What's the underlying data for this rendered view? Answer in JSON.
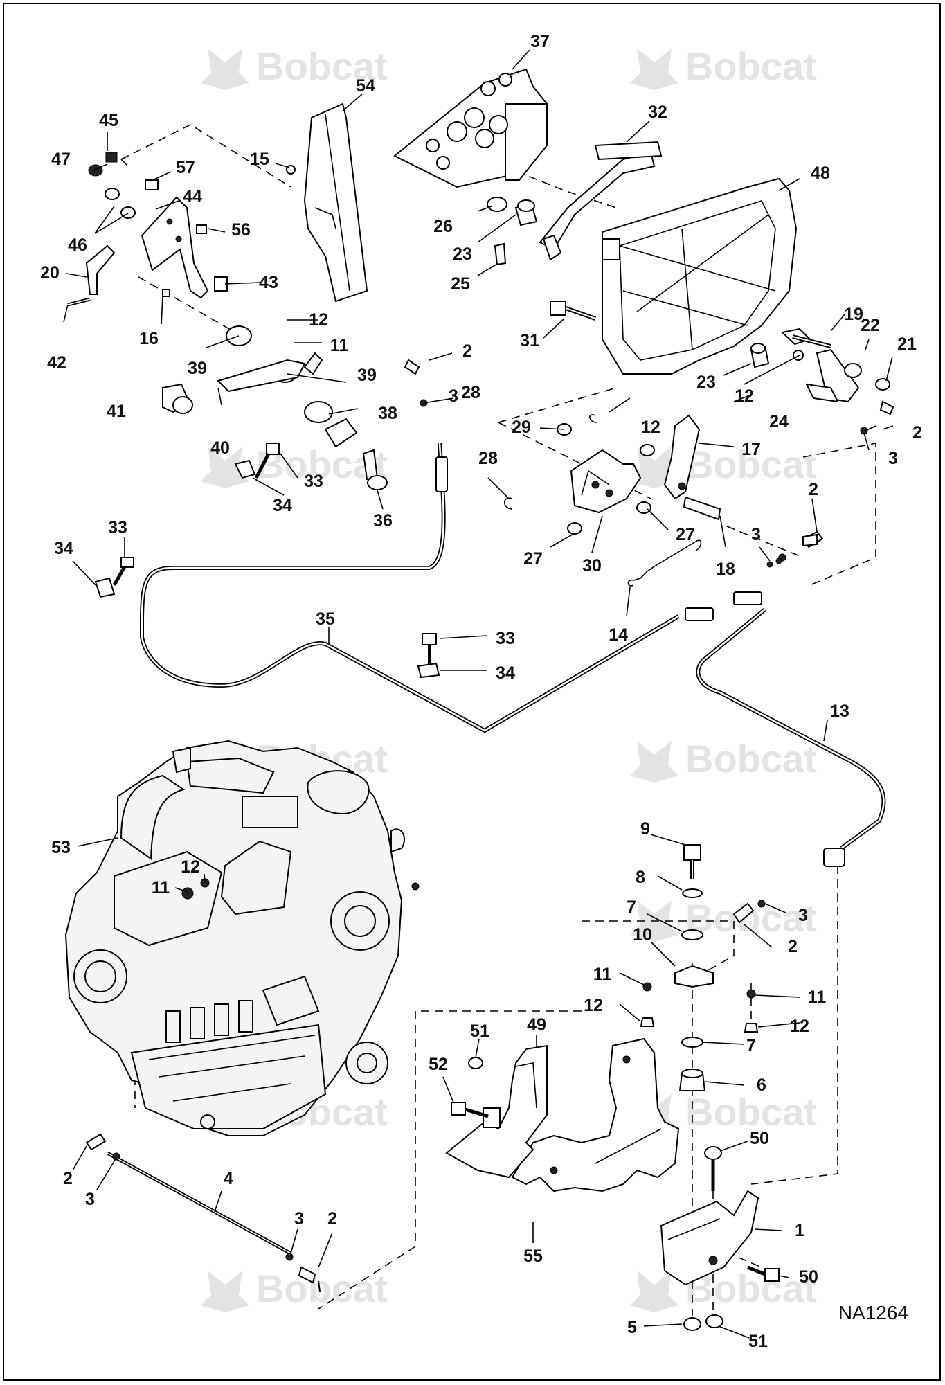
{
  "figure_id": "NA1264",
  "watermark": {
    "text": "Bobcat",
    "color": "#e3e3e3"
  },
  "callouts": [
    {
      "label": "37"
    },
    {
      "label": "54"
    },
    {
      "label": "32"
    },
    {
      "label": "45"
    },
    {
      "label": "47"
    },
    {
      "label": "57"
    },
    {
      "label": "15"
    },
    {
      "label": "48"
    },
    {
      "label": "44"
    },
    {
      "label": "26"
    },
    {
      "label": "56"
    },
    {
      "label": "46"
    },
    {
      "label": "23"
    },
    {
      "label": "20"
    },
    {
      "label": "25"
    },
    {
      "label": "43"
    },
    {
      "label": "42"
    },
    {
      "label": "16"
    },
    {
      "label": "31"
    },
    {
      "label": "19"
    },
    {
      "label": "22"
    },
    {
      "label": "21"
    },
    {
      "label": "12"
    },
    {
      "label": "11"
    },
    {
      "label": "39"
    },
    {
      "label": "2"
    },
    {
      "label": "23"
    },
    {
      "label": "12"
    },
    {
      "label": "28"
    },
    {
      "label": "3"
    },
    {
      "label": "39"
    },
    {
      "label": "41"
    },
    {
      "label": "24"
    },
    {
      "label": "2"
    },
    {
      "label": "29"
    },
    {
      "label": "12"
    },
    {
      "label": "38"
    },
    {
      "label": "40"
    },
    {
      "label": "17"
    },
    {
      "label": "3"
    },
    {
      "label": "28"
    },
    {
      "label": "33"
    },
    {
      "label": "34"
    },
    {
      "label": "36"
    },
    {
      "label": "2"
    },
    {
      "label": "27"
    },
    {
      "label": "3"
    },
    {
      "label": "33"
    },
    {
      "label": "34"
    },
    {
      "label": "27"
    },
    {
      "label": "18"
    },
    {
      "label": "30"
    },
    {
      "label": "35"
    },
    {
      "label": "14"
    },
    {
      "label": "33"
    },
    {
      "label": "34"
    },
    {
      "label": "13"
    },
    {
      "label": "9"
    },
    {
      "label": "53"
    },
    {
      "label": "12"
    },
    {
      "label": "8"
    },
    {
      "label": "11"
    },
    {
      "label": "7"
    },
    {
      "label": "3"
    },
    {
      "label": "10"
    },
    {
      "label": "2"
    },
    {
      "label": "11"
    },
    {
      "label": "11"
    },
    {
      "label": "12"
    },
    {
      "label": "12"
    },
    {
      "label": "7"
    },
    {
      "label": "51"
    },
    {
      "label": "49"
    },
    {
      "label": "52"
    },
    {
      "label": "6"
    },
    {
      "label": "50"
    },
    {
      "label": "2"
    },
    {
      "label": "4"
    },
    {
      "label": "3"
    },
    {
      "label": "1"
    },
    {
      "label": "3"
    },
    {
      "label": "2"
    },
    {
      "label": "55"
    },
    {
      "label": "50"
    },
    {
      "label": "5"
    },
    {
      "label": "51"
    }
  ]
}
